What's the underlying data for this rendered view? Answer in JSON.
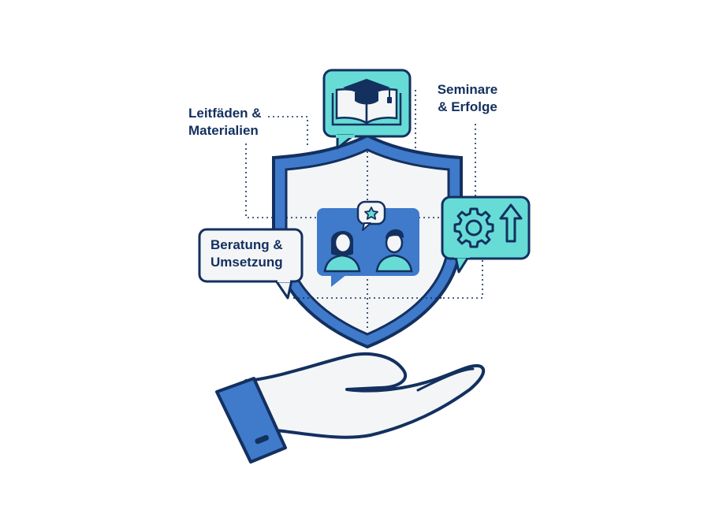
{
  "labels": {
    "leitfaeden": {
      "line1": "Leitfäden &",
      "line2": "Materialien"
    },
    "seminare": {
      "line1": "Seminare",
      "line2": "& Erfolge"
    },
    "beratung": {
      "line1": "Beratung &",
      "line2": "Umsetzung"
    }
  },
  "colors": {
    "navy": "#13305f",
    "blue": "#3f7acb",
    "teal": "#67dcd6",
    "light": "#f4f5f7"
  },
  "icons": [
    "graduation-book-icon",
    "gear-arrow-icon",
    "people-conversation-icon",
    "star-icon",
    "open-hand-icon",
    "shield-icon"
  ]
}
